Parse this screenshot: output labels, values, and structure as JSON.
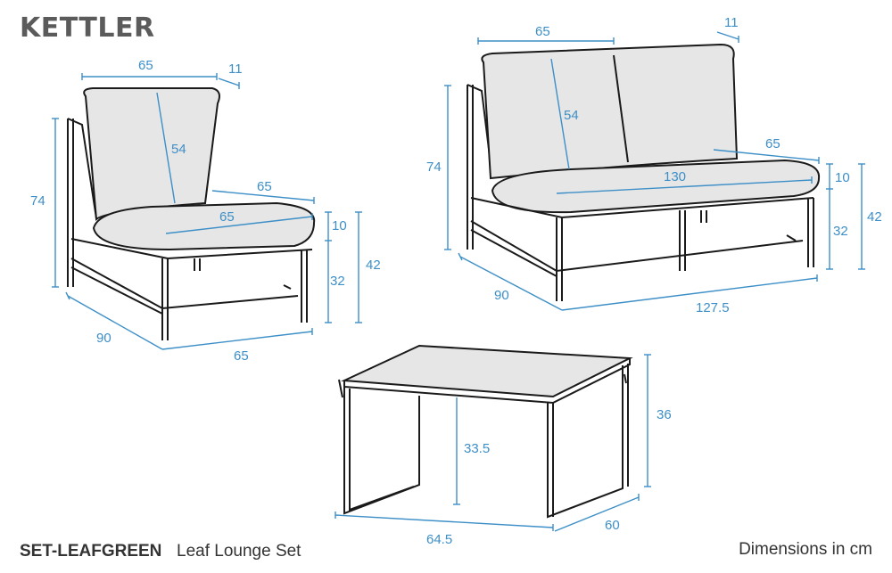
{
  "brand": "KETTLER",
  "footer": {
    "code": "SET-LEAFGREEN",
    "name": "Leaf Lounge Set",
    "note": "Dimensions in cm"
  },
  "chair": {
    "back_width": "65",
    "back_thickness": "11",
    "back_height": "54",
    "seat_depth": "65",
    "seat_width": "65",
    "cushion": "10",
    "seat_height": "32",
    "total_seat": "42",
    "total_height": "74",
    "depth": "90",
    "width": "65"
  },
  "sofa": {
    "back_width": "65",
    "back_thickness": "11",
    "back_height": "54",
    "seat_depth": "65",
    "seat_width": "130",
    "cushion": "10",
    "seat_height": "32",
    "total_seat": "42",
    "total_height": "74",
    "depth": "90",
    "width": "127.5"
  },
  "table": {
    "height": "36",
    "inner_height": "33.5",
    "width": "64.5",
    "depth": "60"
  },
  "colors": {
    "dimension": "#3d8fc7",
    "cushion": "#e6e6e6",
    "frame": "#1a1a1a",
    "brand": "#5b5b5b"
  }
}
